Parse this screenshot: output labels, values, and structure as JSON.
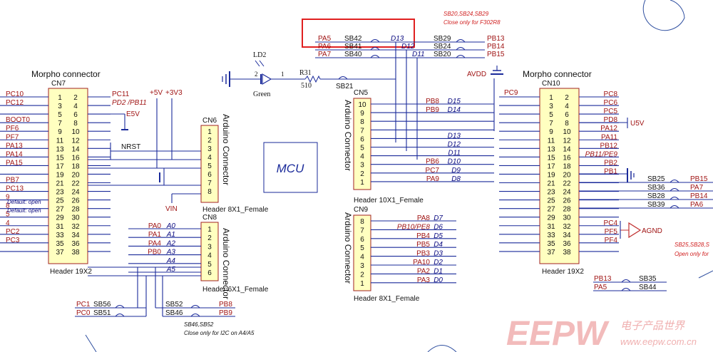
{
  "mcu_label": "MCU",
  "highlight_color": "#e02020",
  "colors": {
    "wire": "#1a2a9a",
    "net": "#a01515",
    "body": "#ffffc0",
    "note": "#d02020"
  },
  "notes": {
    "top_refs": "SB20,SB24,SB29",
    "top_note": "Close only for F302R8",
    "bottom_refs": "SB46,SB52",
    "bottom_note": "Close only for I2C on A4/A5",
    "right_refs": "SB25,SB28,S",
    "right_note": "Open only for",
    "default_open": "Default: open"
  },
  "led": {
    "ref": "LD2",
    "color": "Green",
    "pin1": "1",
    "pin2": "2",
    "res": "R31",
    "res_val": "510",
    "sb": "SB21"
  },
  "top_solder": {
    "rows": [
      {
        "pin": "PA5",
        "sb": "SB42",
        "d": "D13",
        "sb2": "SB29",
        "pb": "PB13"
      },
      {
        "pin": "PA6",
        "sb": "SB41",
        "d": "D12",
        "sb2": "SB24",
        "pb": "PB14"
      },
      {
        "pin": "PA7",
        "sb": "SB40",
        "d": "D11",
        "sb2": "SB20",
        "pb": "PB15"
      }
    ]
  },
  "cn7": {
    "title": "Morpho connector",
    "ref": "CN7",
    "footer": "Header 19X2",
    "left_pins": [
      "1",
      "3",
      "5",
      "7",
      "9",
      "11",
      "13",
      "15",
      "17",
      "19",
      "21",
      "23",
      "25",
      "27",
      "29",
      "31",
      "33",
      "35",
      "37"
    ],
    "right_pins": [
      "2",
      "4",
      "6",
      "8",
      "10",
      "12",
      "14",
      "16",
      "18",
      "20",
      "22",
      "24",
      "26",
      "28",
      "30",
      "32",
      "34",
      "36",
      "38"
    ],
    "left_nets": [
      "PC10",
      "PC12",
      "",
      "BOOT0",
      "PF6",
      "PF7",
      "PA13",
      "PA14",
      "PA15",
      "",
      "PB7",
      "PC13",
      "9",
      "8",
      "5",
      "4",
      "PC2",
      "PC3",
      ""
    ],
    "right_nets": [
      "PC11",
      "PD2 /PB11",
      "",
      "",
      "",
      "",
      "",
      "",
      "",
      "",
      "",
      "",
      "",
      "",
      "",
      "",
      "",
      "",
      ""
    ],
    "e5v": "E5V",
    "nrst": "NRST",
    "vin": "VIN",
    "p5v": "+5V",
    "p3v3": "+3V3"
  },
  "cn6": {
    "ref": "CN6",
    "title": "Arduino Connector",
    "footer": "Header 8X1_Female",
    "pins": [
      "1",
      "2",
      "3",
      "4",
      "5",
      "6",
      "7",
      "8"
    ]
  },
  "cn8": {
    "ref": "CN8",
    "title": "Arduino Connector",
    "footer": "Header 6X1_Female",
    "pins": [
      "1",
      "2",
      "3",
      "4",
      "5",
      "6"
    ],
    "nets": [
      {
        "pin": "PA0",
        "d": "A0"
      },
      {
        "pin": "PA1",
        "d": "A1"
      },
      {
        "pin": "PA4",
        "d": "A2"
      },
      {
        "pin": "PB0",
        "d": "A3"
      },
      {
        "pin": "",
        "d": "A4"
      },
      {
        "pin": "",
        "d": "A5"
      }
    ]
  },
  "bottom_left_sb": [
    {
      "pin": "PC1",
      "sb": "SB56"
    },
    {
      "pin": "PC0",
      "sb": "SB51"
    }
  ],
  "bottom_mid_sb": [
    {
      "sb": "SB52",
      "pb": "PB8"
    },
    {
      "sb": "SB46",
      "pb": "PB9"
    }
  ],
  "cn5": {
    "ref": "CN5",
    "title": "Arduino Connector",
    "footer": "Header 10X1_Female",
    "pins": [
      "10",
      "9",
      "8",
      "7",
      "6",
      "5",
      "4",
      "3",
      "2",
      "1"
    ],
    "nets": [
      {
        "pin": "PB8",
        "d": "D15"
      },
      {
        "pin": "PB9",
        "d": "D14"
      },
      {
        "pin": "",
        "d": ""
      },
      {
        "pin": "",
        "d": ""
      },
      {
        "pin": "",
        "d": "D13"
      },
      {
        "pin": "",
        "d": "D12"
      },
      {
        "pin": "",
        "d": "D11"
      },
      {
        "pin": "PB6",
        "d": "D10"
      },
      {
        "pin": "PC7",
        "d": "D9"
      },
      {
        "pin": "PA9",
        "d": "D8"
      }
    ],
    "avdd": "AVDD"
  },
  "cn9": {
    "ref": "CN9",
    "title": "Arduino Connector",
    "footer": "Header 8X1_Female",
    "pins": [
      "8",
      "7",
      "6",
      "5",
      "4",
      "3",
      "2",
      "1"
    ],
    "nets": [
      {
        "pin": "PA8",
        "d": "D7"
      },
      {
        "pin": "PB10/PE8",
        "d": "D6"
      },
      {
        "pin": "PB4",
        "d": "D5"
      },
      {
        "pin": "PB5",
        "d": "D4"
      },
      {
        "pin": "PB3",
        "d": "D3"
      },
      {
        "pin": "PA10",
        "d": "D2"
      },
      {
        "pin": "PA2",
        "d": "D1"
      },
      {
        "pin": "PA3",
        "d": "D0"
      }
    ]
  },
  "cn10": {
    "title": "Morpho connector",
    "ref": "CN10",
    "footer": "Header 19X2",
    "left_pins": [
      "1",
      "3",
      "5",
      "7",
      "9",
      "11",
      "13",
      "15",
      "17",
      "19",
      "21",
      "23",
      "25",
      "27",
      "29",
      "31",
      "33",
      "35",
      "37"
    ],
    "right_pins": [
      "2",
      "4",
      "6",
      "8",
      "10",
      "12",
      "14",
      "16",
      "18",
      "20",
      "22",
      "24",
      "26",
      "28",
      "30",
      "32",
      "34",
      "36",
      "38"
    ],
    "left_top_net": "PC9",
    "right_nets": [
      "PC8",
      "PC6",
      "PC5",
      "PD8",
      "PA12",
      "PA11",
      "PB12",
      "PB11/PE9",
      "PB2",
      "PB1",
      "",
      "",
      "",
      "",
      "",
      "PC4",
      "PF5",
      "PF4",
      ""
    ],
    "u5v": "U5V",
    "agnd": "AGND"
  },
  "right_sb": [
    {
      "sb": "SB25",
      "pin": "PB15"
    },
    {
      "sb": "SB36",
      "pin": "PA7"
    },
    {
      "sb": "SB28",
      "pin": "PB14"
    },
    {
      "sb": "SB39",
      "pin": "PA6"
    }
  ],
  "bottom_right_sb": [
    {
      "pin": "PB13",
      "sb": "SB35"
    },
    {
      "pin": "PA5",
      "sb": "SB44"
    }
  ],
  "watermark": {
    "brand": "EEPW",
    "cn": "电子产品世界",
    "url": "www.eepw.com.cn"
  }
}
